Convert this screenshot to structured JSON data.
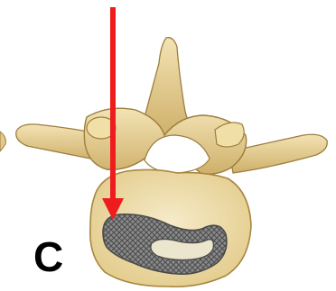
{
  "figure": {
    "panel_label": "C",
    "subject": "vertebra-superior-view",
    "implant": "interbody-cage",
    "arrow_direction": "down",
    "colors": {
      "bone_fill": "#ecd9a4",
      "bone_shade": "#c9a961",
      "bone_outline": "#9c7e3c",
      "body_fill": "#f1e2b6",
      "cage_fill": "#8c8c8c",
      "cage_dark": "#5a5a5a",
      "cage_window": "#e9e4cf",
      "arrow": "#ee1c1c",
      "letter": "#000000"
    }
  }
}
